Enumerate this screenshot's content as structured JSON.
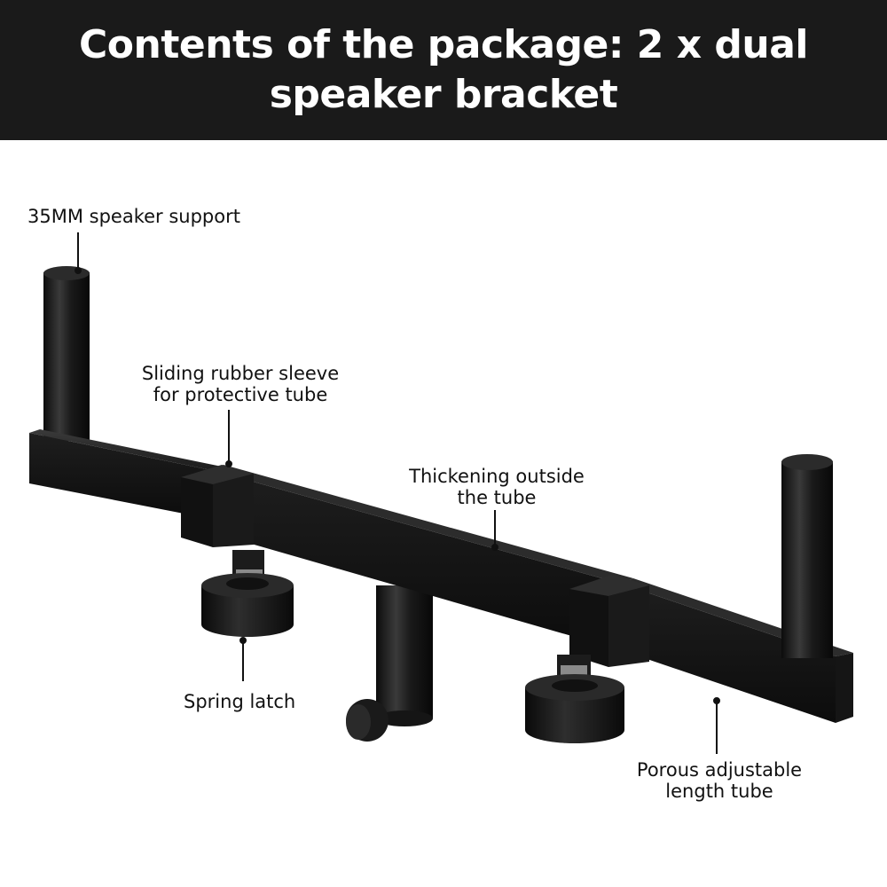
{
  "header": {
    "line1": "Contents of the package: 2 x dual",
    "line2": "speaker bracket",
    "background": "#1a1a1a",
    "text_color": "#ffffff"
  },
  "callouts": {
    "support": "35MM speaker support",
    "sleeve_line1": "Sliding rubber sleeve",
    "sleeve_line2": "for protective tube",
    "thickening_line1": "Thickening outside",
    "thickening_line2": "the tube",
    "spring": "Spring latch",
    "porous_line1": "Porous adjustable",
    "porous_line2": "length tube"
  },
  "product": {
    "name_icon": "dual-speaker-bracket-illustration",
    "color": "#1b1b1b"
  }
}
